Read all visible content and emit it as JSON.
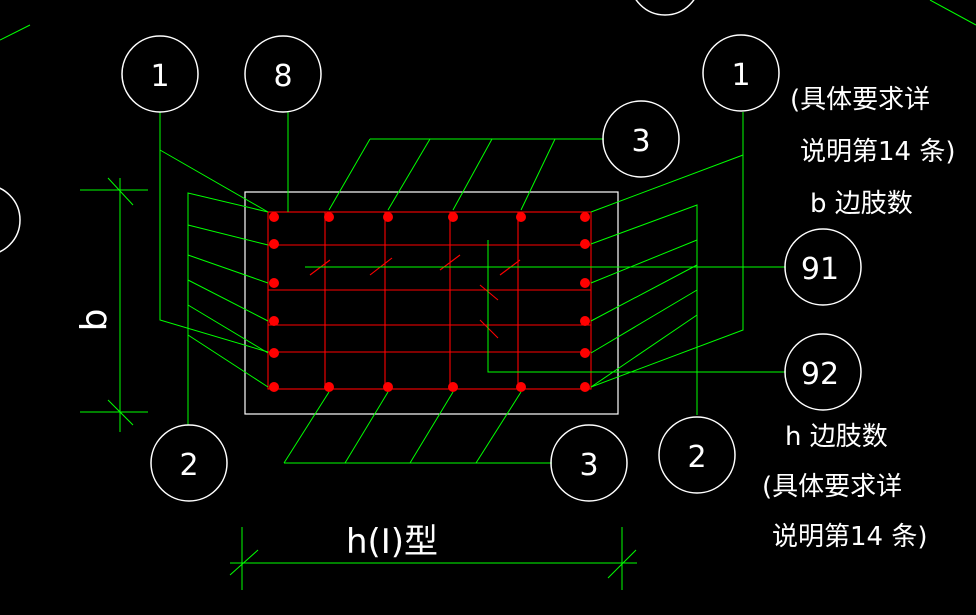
{
  "colors": {
    "background": "#000000",
    "outline": "#ffffff",
    "leader": "#00ff00",
    "rebar": "#ff0000",
    "text": "#ffffff"
  },
  "labels": {
    "tag_1_left": "1",
    "tag_8": "8",
    "tag_1_right": "1",
    "tag_3_top": "3",
    "tag_91": "91",
    "tag_92": "92",
    "tag_2_left": "2",
    "tag_3_bottom": "3",
    "tag_2_right": "2"
  },
  "notes": {
    "top_line1": "(具体要求详",
    "top_line2": "说明第14 条)",
    "top_line3": "b 边肢数",
    "bottom_line1": "h 边肢数",
    "bottom_line2": "(具体要求详",
    "bottom_line3": "说明第14 条)"
  },
  "dimensions": {
    "b_label": "b",
    "h_label": "h(I)型"
  }
}
